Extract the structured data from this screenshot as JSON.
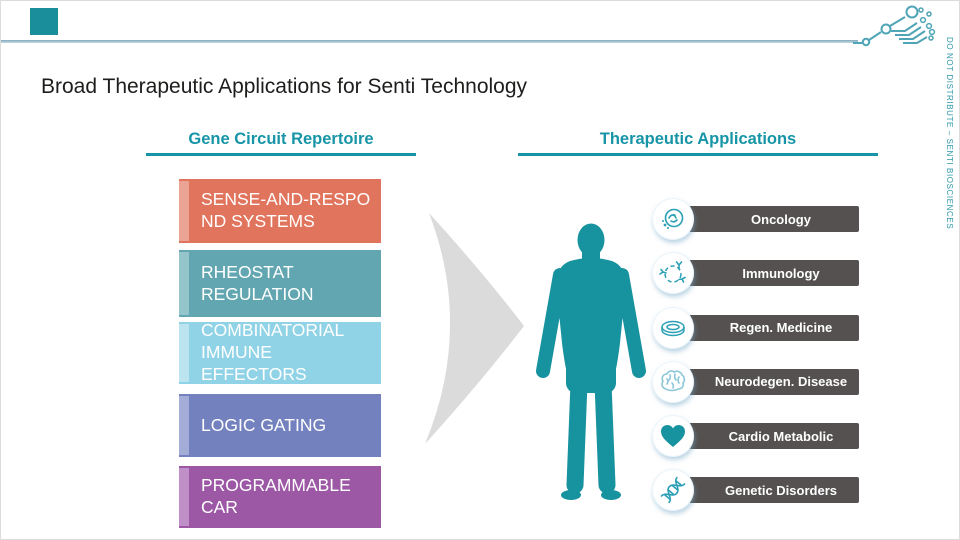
{
  "slide": {
    "title": "Broad Therapeutic Applications for Senti Technology",
    "watermark": "DO NOT DISTRIBUTE – SENTI BIOSCIENCES",
    "colors": {
      "accent_teal": "#1795a7",
      "logo_teal": "#1b8e9b",
      "top_line_blue": "#84a9bc",
      "bar_gray": "#545150",
      "arrow_gray": "#dbdbdb",
      "body_teal": "#17929f",
      "watermark_teal": "#2e98a8"
    }
  },
  "left_panel": {
    "heading": "Gene Circuit Repertoire",
    "boxes": [
      {
        "label": "SENSE-AND-RESPOND SYSTEMS",
        "lines": [
          "SENSE-AND-RESPO",
          "ND SYSTEMS"
        ],
        "color": "#e0745c",
        "strip_color": "#eba493"
      },
      {
        "label": "RHEOSTAT REGULATION",
        "lines": [
          "RHEOSTAT",
          "REGULATION"
        ],
        "color": "#61a6b0",
        "strip_color": "#93c5cb"
      },
      {
        "label": "COMBINATORIAL IMMUNE EFFECTORS",
        "lines": [
          "COMBINATORIAL",
          "IMMUNE",
          "EFFECTORS"
        ],
        "color": "#90d3e6",
        "strip_color": "#bce4f0"
      },
      {
        "label": "LOGIC GATING",
        "lines": [
          "LOGIC GATING"
        ],
        "color": "#7381bf",
        "strip_color": "#a3add8"
      },
      {
        "label": "PROGRAMMABLE CAR",
        "lines": [
          "PROGRAMMABLE",
          "CAR"
        ],
        "color": "#9c58a5",
        "strip_color": "#c08fc7"
      }
    ]
  },
  "right_panel": {
    "heading": "Therapeutic Applications",
    "applications": [
      {
        "label": "Oncology",
        "icon": "oncology-cell-icon"
      },
      {
        "label": "Immunology",
        "icon": "antibody-icon"
      },
      {
        "label": "Regen. Medicine",
        "icon": "petri-dish-icon"
      },
      {
        "label": "Neurodegen. Disease",
        "icon": "brain-icon"
      },
      {
        "label": "Cardio Metabolic",
        "icon": "heart-icon"
      },
      {
        "label": "Genetic Disorders",
        "icon": "dna-icon"
      }
    ]
  }
}
